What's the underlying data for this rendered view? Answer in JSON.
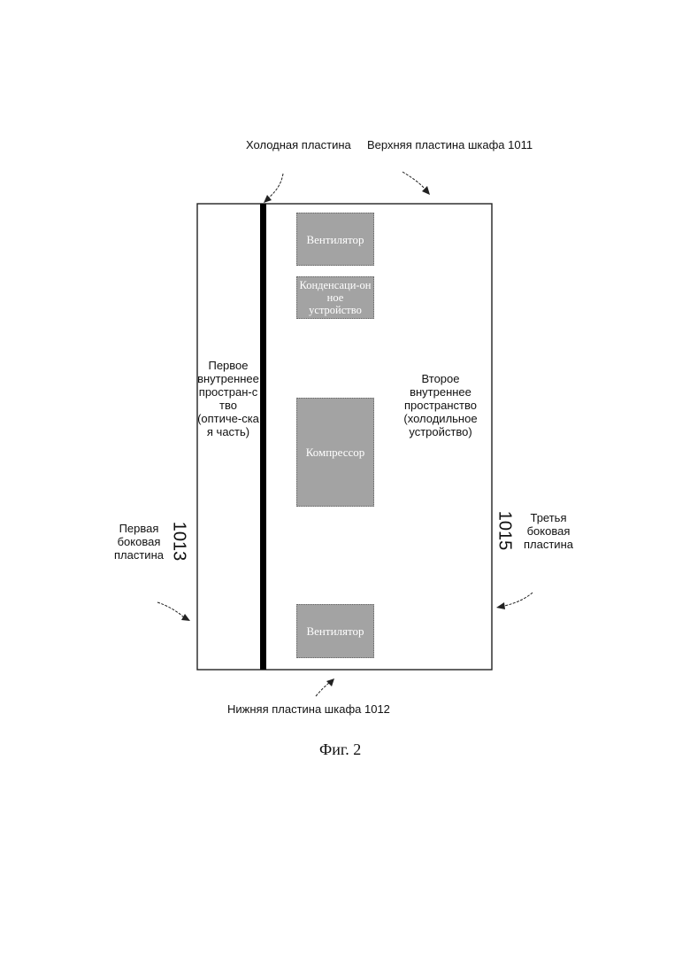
{
  "labels": {
    "cold_plate": "Холодная пластина",
    "top_plate": "Верхняя пластина шкафа 1011",
    "bottom_plate": "Нижняя пластина шкафа 1012",
    "first_side_plate": "Первая\nбоковая\nпластина",
    "third_side_plate": "Третья\nбоковая\nпластина",
    "first_space": "Первое\nвнутреннее\nпростран-с\nтво\n(оптиче-ска\nя часть)",
    "second_space": "Второе\nвнутреннее\nпространство\n(холодильное\nустройство)"
  },
  "ref_numbers": {
    "left": "1013",
    "right": "1015"
  },
  "components": {
    "fan_top": "Вентилятор",
    "condenser": "Конденсаци-он\nное\nустройство",
    "compressor": "Компрессор",
    "fan_bottom": "Вентилятор"
  },
  "caption": "Фиг. 2",
  "colors": {
    "component_fill": "#a3a3a3",
    "cold_plate": "#000000",
    "outline": "#222222"
  }
}
